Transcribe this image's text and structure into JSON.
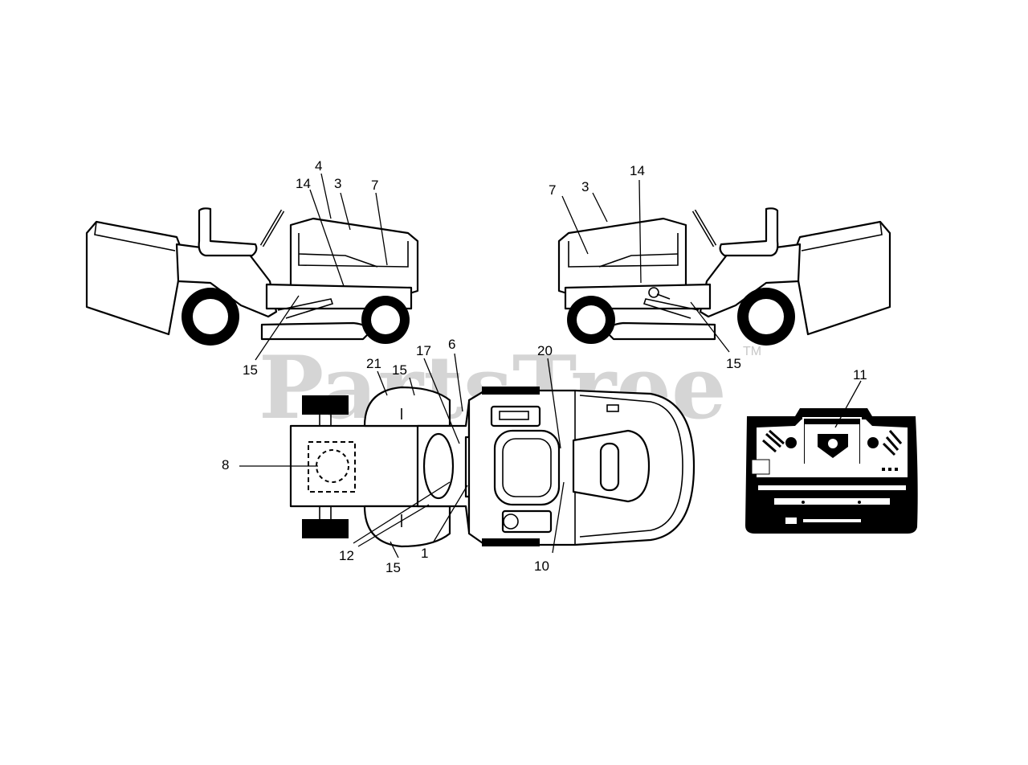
{
  "watermark": {
    "text": "PartsTree",
    "trademark": "TM"
  },
  "callouts": {
    "left_view": [
      "4",
      "14",
      "3",
      "7",
      "15"
    ],
    "right_view": [
      "7",
      "3",
      "14",
      "15"
    ],
    "top_view": [
      "21",
      "15",
      "17",
      "6",
      "20",
      "8",
      "12",
      "1",
      "10",
      "15"
    ],
    "panel": [
      "11"
    ]
  }
}
